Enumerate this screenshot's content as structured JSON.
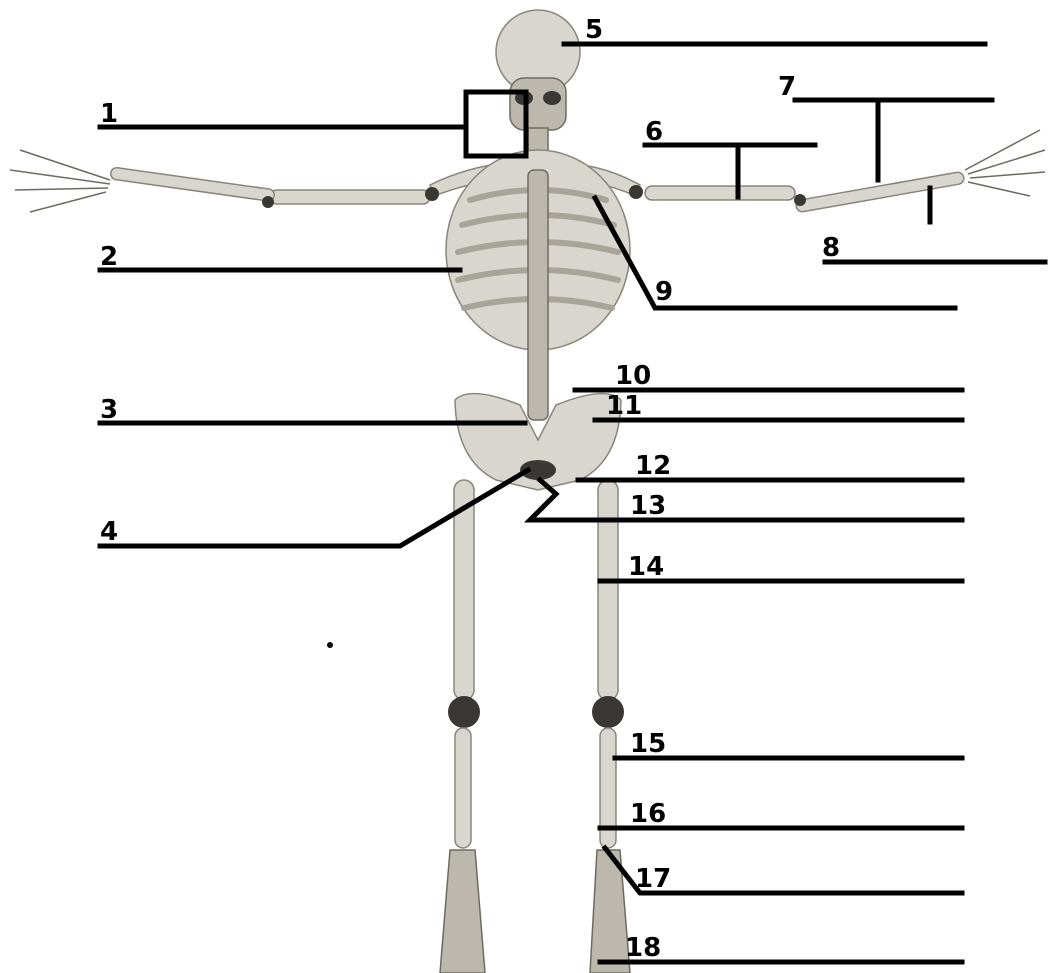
{
  "labels": [
    "1",
    "2",
    "3",
    "4",
    "5",
    "6",
    "7",
    "8",
    "9",
    "10",
    "11",
    "12",
    "13",
    "14",
    "15",
    "16",
    "17",
    "18"
  ],
  "colors": {
    "line": "#000000",
    "bone": "#d9d6cf",
    "background": "#ffffff"
  }
}
